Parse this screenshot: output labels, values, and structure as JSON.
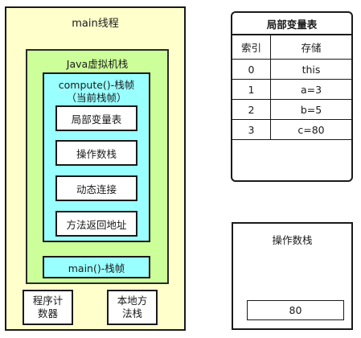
{
  "main_thread": {
    "title": "main线程",
    "jvm_stack": {
      "title": "Java虚拟机栈",
      "compute_frame": {
        "title": "compute()-栈帧",
        "subtitle": "（当前栈帧）",
        "items": [
          "局部变量表",
          "操作数栈",
          "动态连接",
          "方法返回地址"
        ]
      },
      "main_frame": "main()-栈帧"
    },
    "pc_register": [
      "程序计",
      "数器"
    ],
    "native_stack": [
      "本地方",
      "法栈"
    ]
  },
  "local_var_table": {
    "title": "局部变量表",
    "headers": [
      "索引",
      "存储"
    ],
    "rows": [
      {
        "index": "0",
        "value": "this"
      },
      {
        "index": "1",
        "value": "a=3"
      },
      {
        "index": "2",
        "value": "b=5"
      },
      {
        "index": "3",
        "value": "c=80"
      }
    ]
  },
  "operand_stack": {
    "title": "操作数栈",
    "value": "80"
  }
}
